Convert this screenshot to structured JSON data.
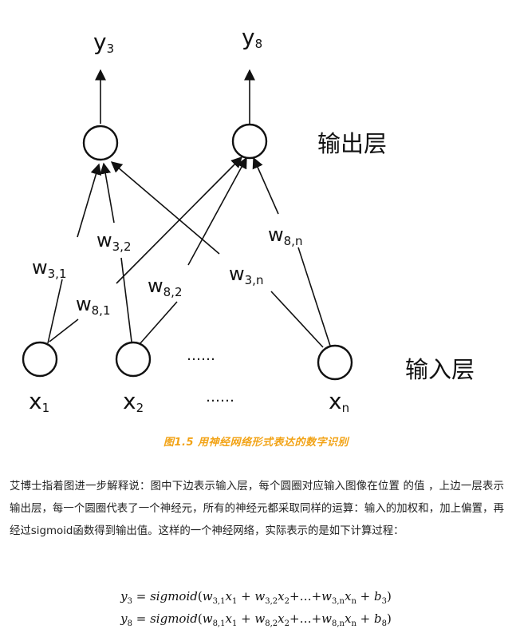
{
  "diagram": {
    "outputs": [
      {
        "base": "y",
        "sub": "3"
      },
      {
        "base": "y",
        "sub": "8"
      }
    ],
    "inputs": [
      {
        "base": "x",
        "sub": "1"
      },
      {
        "base": "x",
        "sub": "2"
      },
      {
        "base": "x",
        "sub": "n"
      }
    ],
    "weights": [
      {
        "base": "w",
        "sub": "3,1"
      },
      {
        "base": "w",
        "sub": "3,2"
      },
      {
        "base": "w",
        "sub": "8,1"
      },
      {
        "base": "w",
        "sub": "8,2"
      },
      {
        "base": "w",
        "sub": "3,n"
      },
      {
        "base": "w",
        "sub": "8,n"
      }
    ],
    "ellipsis_inputs": "……",
    "ellipsis_labels": "……",
    "output_layer_label": "输出层",
    "input_layer_label": "输入层"
  },
  "caption": "图1.5 用神经网络形式表达的数字识别",
  "paragraph": "艾博士指着图进一步解释说：图中下边表示输入层，每个圆圈对应输入图像在位置  的值  ，上边一层表示输出层，每一个圆圈代表了一个神经元，所有的神经元都采取同样的运算：输入的加权和，加上偏置，再经过sigmoid函数得到输出值。这样的一个神经网络，实际表示的是如下计算过程：",
  "formulas": {
    "f1": {
      "lhs": "y",
      "lhs_sub": "3",
      "eq": " = ",
      "fn": "sigmoid",
      "open": "(",
      "w1": "w",
      "w1_sub": "3,1",
      "x1": "x",
      "x1_sub": "1",
      "plus1": " + ",
      "w2": "w",
      "w2_sub": "3,2",
      "x2": "x",
      "x2_sub": "2",
      "dots": "+…+",
      "wn": "w",
      "wn_sub": "3,n",
      "xn": "x",
      "xn_sub": "n",
      "plus2": " + ",
      "b": "b",
      "b_sub": "3",
      "close": ")"
    },
    "f2": {
      "lhs": "y",
      "lhs_sub": "8",
      "eq": " = ",
      "fn": "sigmoid",
      "open": "(",
      "w1": "w",
      "w1_sub": "8,1",
      "x1": "x",
      "x1_sub": "1",
      "plus1": " + ",
      "w2": "w",
      "w2_sub": "8,2",
      "x2": "x",
      "x2_sub": "2",
      "dots": "+…+",
      "wn": "w",
      "wn_sub": "8,n",
      "xn": "x",
      "xn_sub": "n",
      "plus2": " + ",
      "b": "b",
      "b_sub": "8",
      "close": ")"
    }
  },
  "colors": {
    "caption": "#f2a316",
    "line": "#111111"
  }
}
